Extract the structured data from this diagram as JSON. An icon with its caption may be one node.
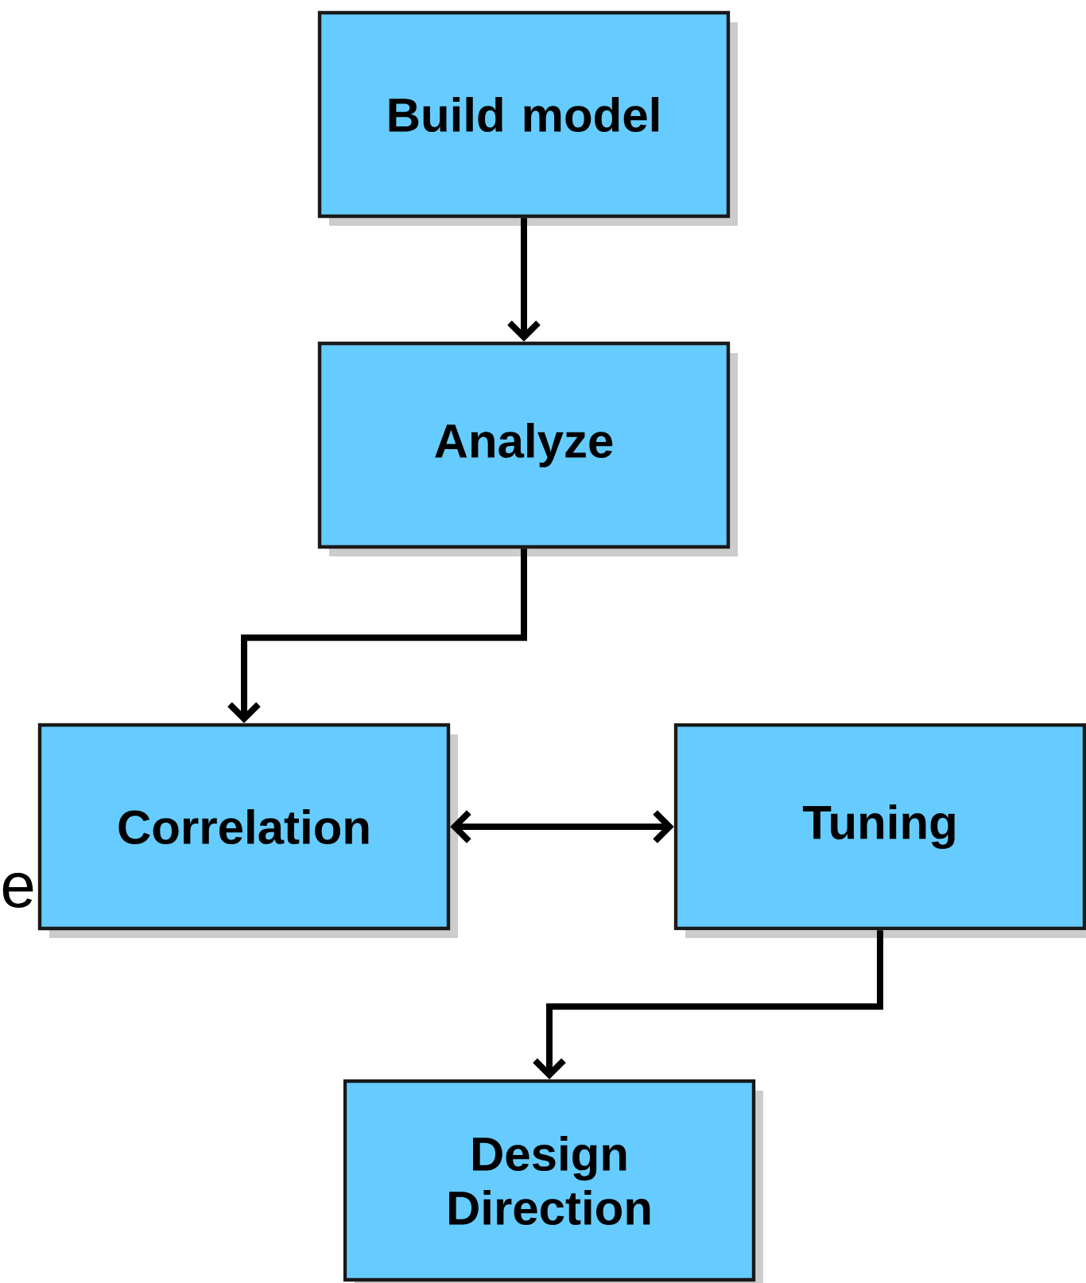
{
  "diagram": {
    "nodes": [
      {
        "text": [
          "Build model"
        ]
      },
      {
        "text": [
          "Analyze"
        ]
      },
      {
        "text": [
          "Correlation"
        ]
      },
      {
        "text": [
          "Tuning"
        ]
      },
      {
        "text": [
          "Design Direction"
        ]
      }
    ],
    "edges": [
      {
        "from": 0,
        "to": 1,
        "arrow": "to"
      },
      {
        "from": 1,
        "to": 2,
        "arrow": "to"
      },
      {
        "from": 2,
        "to": 3,
        "arrow": "both"
      },
      {
        "from": 3,
        "to": 4,
        "arrow": "to"
      }
    ],
    "labels": [
      "e"
    ]
  }
}
